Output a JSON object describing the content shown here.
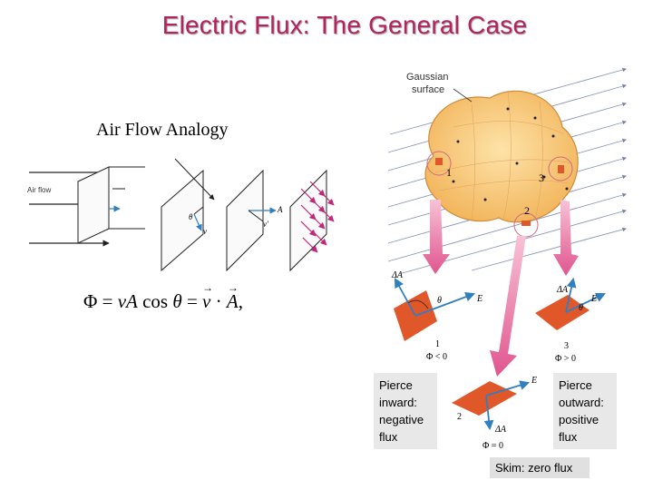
{
  "slide": {
    "title": "Electric Flux: The General Case",
    "analogy_heading": "Air Flow Analogy",
    "equation": {
      "phi": "Φ",
      "eq1": " = ",
      "v": "v",
      "A": "A",
      "cos": " cos ",
      "theta": "θ",
      "eq2": " = ",
      "vec_v": "v",
      "dot": " · ",
      "vec_A": "A",
      "comma": ","
    }
  },
  "airflow_figure": {
    "label": "Air flow",
    "theta": "θ",
    "v": "v",
    "A": "A",
    "v_prime": "v'"
  },
  "gaussian_figure": {
    "surface_label_1": "Gaussian",
    "surface_label_2": "surface",
    "points": [
      "1",
      "2",
      "3"
    ],
    "detail_1": {
      "number": "1",
      "dA": "ΔA",
      "E": "E",
      "theta": "θ",
      "flux": "Φ < 0"
    },
    "detail_2": {
      "number": "2",
      "dA": "ΔA",
      "E": "E",
      "flux": "Φ = 0"
    },
    "detail_3": {
      "number": "3",
      "dA": "ΔA",
      "E": "E",
      "theta": "θ",
      "flux": "Φ > 0"
    }
  },
  "captions": {
    "inward": [
      "Pierce",
      "inward:",
      "negative",
      "flux"
    ],
    "outward": [
      "Pierce",
      "outward:",
      "positive",
      "flux"
    ],
    "skim": "Skim: zero flux"
  },
  "colors": {
    "title": "#b5225f",
    "surface_fill": "#f6c46a",
    "patch": "#e0572a",
    "field_line": "#6f7fa8",
    "arrow_pink": "#e56aa0",
    "vector_blue": "#2f7fc1",
    "airflow_arrow": "#c0287a"
  }
}
